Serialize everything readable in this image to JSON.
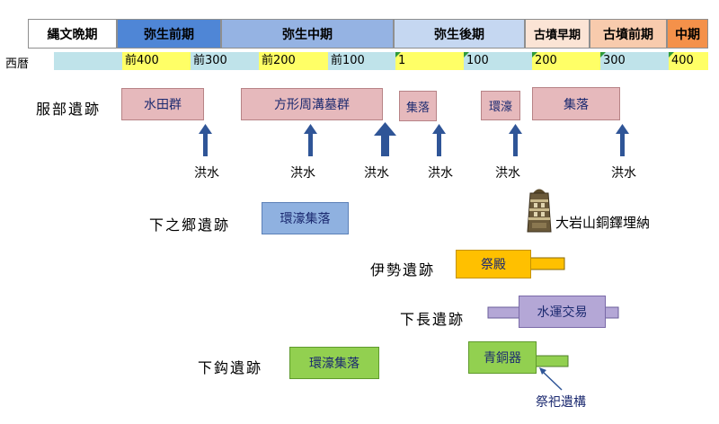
{
  "periods": [
    {
      "label": "縄文晩期",
      "color": "#d9d9d9"
    },
    {
      "label": "弥生前期",
      "color": "#4f86d6"
    },
    {
      "label": "弥生中期",
      "color": "#95b3e3"
    },
    {
      "label": "弥生後期",
      "color": "#c5d7f1"
    },
    {
      "label": "古墳早期",
      "color": "#fbe4d5"
    },
    {
      "label": "古墳前期",
      "color": "#f8cbad"
    },
    {
      "label": "中期",
      "color": "#f4914a"
    }
  ],
  "year_row_label": "西暦",
  "years": [
    "",
    "前400",
    "前300",
    "前200",
    "前100",
    "1",
    "100",
    "200",
    "300",
    "400"
  ],
  "sites": {
    "hattori": {
      "name": "服部遺跡",
      "features": [
        "水田群",
        "方形周溝墓群",
        "集落",
        "環濠",
        "集落"
      ],
      "flood_label": "洪水"
    },
    "shimonogo": {
      "name": "下之郷遺跡",
      "features": [
        "環濠集落"
      ]
    },
    "ooiwayama": {
      "name": "大岩山銅鐸埋納"
    },
    "ise": {
      "name": "伊勢遺跡",
      "features": [
        "祭殿"
      ]
    },
    "shimonaga": {
      "name": "下長遺跡",
      "features": [
        "水運交易"
      ]
    },
    "shimomagari": {
      "name": "下鈎遺跡",
      "features": [
        "環濠集落",
        "青銅器"
      ],
      "note": "祭祀遺構"
    }
  },
  "colors": {
    "arrow": "#2f5597",
    "year_cyan": "#bfe3ea",
    "year_yellow": "#ffff66"
  }
}
